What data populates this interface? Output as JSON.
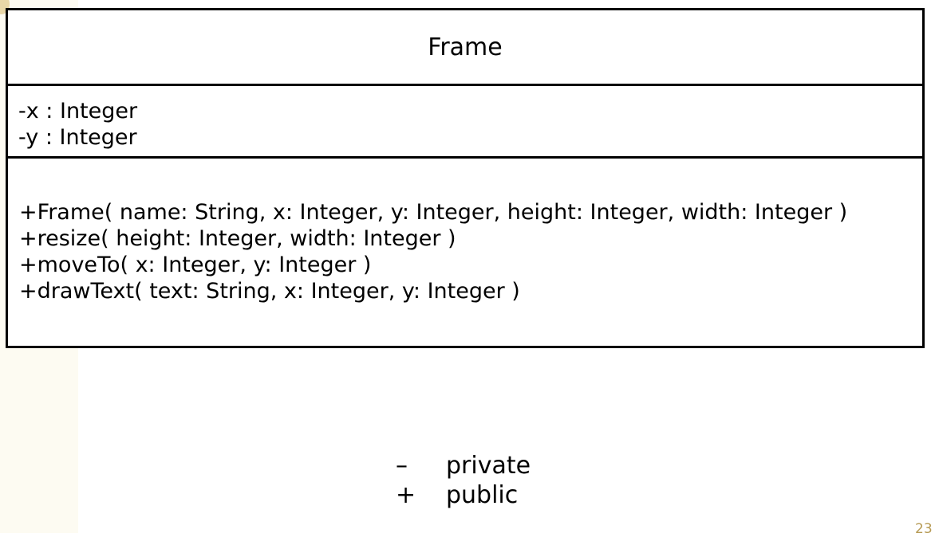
{
  "class": {
    "name": "Frame",
    "attributes": [
      "-x : Integer",
      "-y : Integer"
    ],
    "operations": [
      "+Frame( name: String, x: Integer, y: Integer, height: Integer, width: Integer )",
      "+resize( height: Integer, width: Integer )",
      "+moveTo( x: Integer, y: Integer )",
      "+drawText( text: String, x: Integer, y: Integer )"
    ]
  },
  "legend": [
    {
      "symbol": "–",
      "meaning": "private"
    },
    {
      "symbol": "+",
      "meaning": "public"
    }
  ],
  "slide_number": "23",
  "colors": {
    "border": "#000000",
    "side_strip": "#fdfbf2",
    "slide_number": "#b79b55"
  }
}
